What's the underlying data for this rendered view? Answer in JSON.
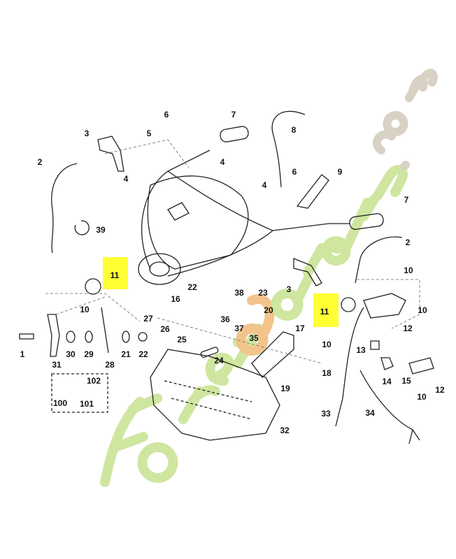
{
  "diagram": {
    "title": "Handlebar and controls exploded parts diagram",
    "highlight_color": "#ffff33",
    "callouts": [
      {
        "id": "c6a",
        "text": "6"
      },
      {
        "id": "c7a",
        "text": "7"
      },
      {
        "id": "c8",
        "text": "8"
      },
      {
        "id": "c3a",
        "text": "3"
      },
      {
        "id": "c5",
        "text": "5"
      },
      {
        "id": "c2a",
        "text": "2"
      },
      {
        "id": "c4a",
        "text": "4"
      },
      {
        "id": "c4b",
        "text": "4"
      },
      {
        "id": "c6b",
        "text": "6"
      },
      {
        "id": "c9",
        "text": "9"
      },
      {
        "id": "c4c",
        "text": "4"
      },
      {
        "id": "c7b",
        "text": "7"
      },
      {
        "id": "c39",
        "text": "39"
      },
      {
        "id": "c2b",
        "text": "2"
      },
      {
        "id": "c11a",
        "text": "11"
      },
      {
        "id": "c10a",
        "text": "10"
      },
      {
        "id": "c3b",
        "text": "3"
      },
      {
        "id": "c22a",
        "text": "22"
      },
      {
        "id": "c38",
        "text": "38"
      },
      {
        "id": "c23",
        "text": "23"
      },
      {
        "id": "c16",
        "text": "16"
      },
      {
        "id": "c20",
        "text": "20"
      },
      {
        "id": "c11b",
        "text": "11"
      },
      {
        "id": "c10b",
        "text": "10"
      },
      {
        "id": "c10c",
        "text": "10"
      },
      {
        "id": "c27",
        "text": "27"
      },
      {
        "id": "c26",
        "text": "26"
      },
      {
        "id": "c36",
        "text": "36"
      },
      {
        "id": "c37",
        "text": "37"
      },
      {
        "id": "c35",
        "text": "35"
      },
      {
        "id": "c17",
        "text": "17"
      },
      {
        "id": "c12a",
        "text": "12"
      },
      {
        "id": "c25",
        "text": "25"
      },
      {
        "id": "c10d",
        "text": "10"
      },
      {
        "id": "c13",
        "text": "13"
      },
      {
        "id": "c1",
        "text": "1"
      },
      {
        "id": "c31",
        "text": "31"
      },
      {
        "id": "c30",
        "text": "30"
      },
      {
        "id": "c29",
        "text": "29"
      },
      {
        "id": "c28",
        "text": "28"
      },
      {
        "id": "c21",
        "text": "21"
      },
      {
        "id": "c22b",
        "text": "22"
      },
      {
        "id": "c24",
        "text": "24"
      },
      {
        "id": "c18",
        "text": "18"
      },
      {
        "id": "c102",
        "text": "102"
      },
      {
        "id": "c14",
        "text": "14"
      },
      {
        "id": "c15",
        "text": "15"
      },
      {
        "id": "c19",
        "text": "19"
      },
      {
        "id": "c100",
        "text": "100"
      },
      {
        "id": "c101",
        "text": "101"
      },
      {
        "id": "c10e",
        "text": "10"
      },
      {
        "id": "c12b",
        "text": "12"
      },
      {
        "id": "c32",
        "text": "32"
      },
      {
        "id": "c33",
        "text": "33"
      },
      {
        "id": "c34",
        "text": "34"
      }
    ]
  },
  "watermark": {
    "text": "Foretgardin.com"
  }
}
